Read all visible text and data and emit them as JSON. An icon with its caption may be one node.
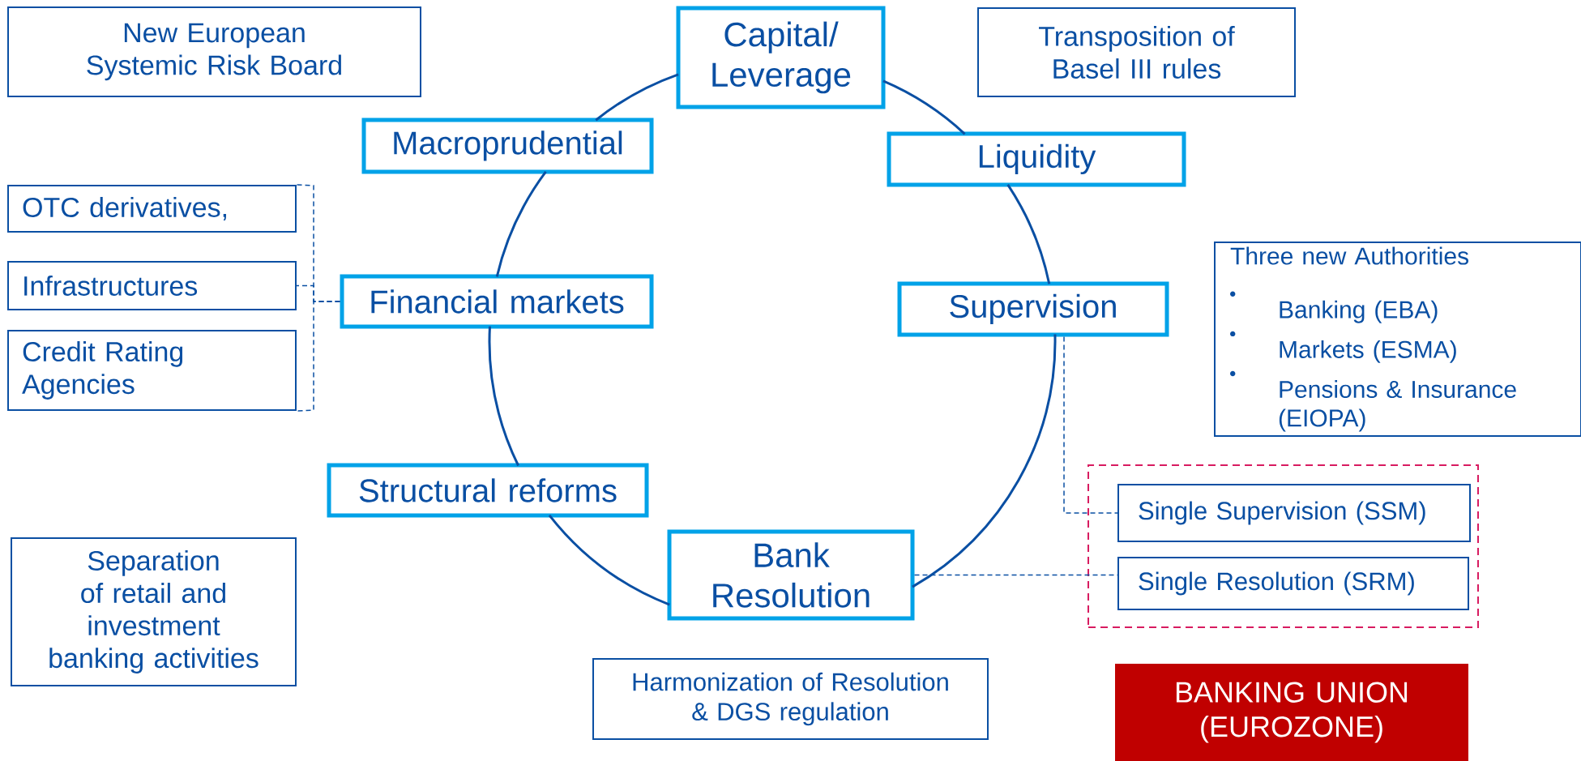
{
  "diagram": {
    "nodes": [
      {
        "text": [
          "New European Systemic Risk Board"
        ]
      },
      {
        "text": [
          "Capital/ Leverage"
        ]
      },
      {
        "text": [
          "Transposition of Basel III rules"
        ]
      },
      {
        "text": [
          "Macroprudential"
        ]
      },
      {
        "text": [
          "Liquidity"
        ]
      },
      {
        "text": [
          "OTC derivatives,"
        ]
      },
      {
        "text": [
          "Infrastructures"
        ]
      },
      {
        "text": [
          "Financial markets"
        ]
      },
      {
        "text": [
          "Supervision"
        ]
      },
      {
        "text": [
          "Three new Authorities",
          "Banking (EBA)",
          "Markets (ESMA)",
          "Pensions & Insurance (EIOPA)"
        ]
      },
      {
        "text": [
          "Credit Rating Agencies"
        ]
      },
      {
        "text": [
          "Structural reforms"
        ]
      },
      {
        "text": [],
        "shape": "box"
      },
      {
        "text": [
          "Single Supervision (SSM)"
        ],
        "in": 12
      },
      {
        "text": [
          "Bank Resolution"
        ]
      },
      {
        "text": [
          "Single Resolution (SRM)"
        ],
        "in": 12
      },
      {
        "text": [
          "Separation of retail and investment banking activities"
        ]
      },
      {
        "text": [
          "Harmonization of Resolution & DGS regulation"
        ]
      },
      {
        "text": [
          "BANKING UNION (EUROZONE)"
        ]
      }
    ],
    "edges": [
      {
        "from": 1,
        "to": 4,
        "arrow": "none"
      },
      {
        "from": 4,
        "to": 8,
        "arrow": "none"
      },
      {
        "from": 8,
        "to": 14,
        "arrow": "none"
      },
      {
        "from": 14,
        "to": 11,
        "arrow": "none"
      },
      {
        "from": 11,
        "to": 7,
        "arrow": "none"
      },
      {
        "from": 7,
        "to": 3,
        "arrow": "none"
      },
      {
        "from": 3,
        "to": 1,
        "arrow": "none"
      },
      {
        "from": 7,
        "to": 5,
        "arrow": "none",
        "style": "dashed"
      },
      {
        "from": 7,
        "to": 6,
        "arrow": "none",
        "style": "dashed"
      },
      {
        "from": 7,
        "to": 10,
        "arrow": "none",
        "style": "dashed"
      },
      {
        "from": 8,
        "to": 13,
        "arrow": "none",
        "style": "dashed"
      },
      {
        "from": 14,
        "to": 15,
        "arrow": "none",
        "style": "dashed"
      }
    ]
  }
}
